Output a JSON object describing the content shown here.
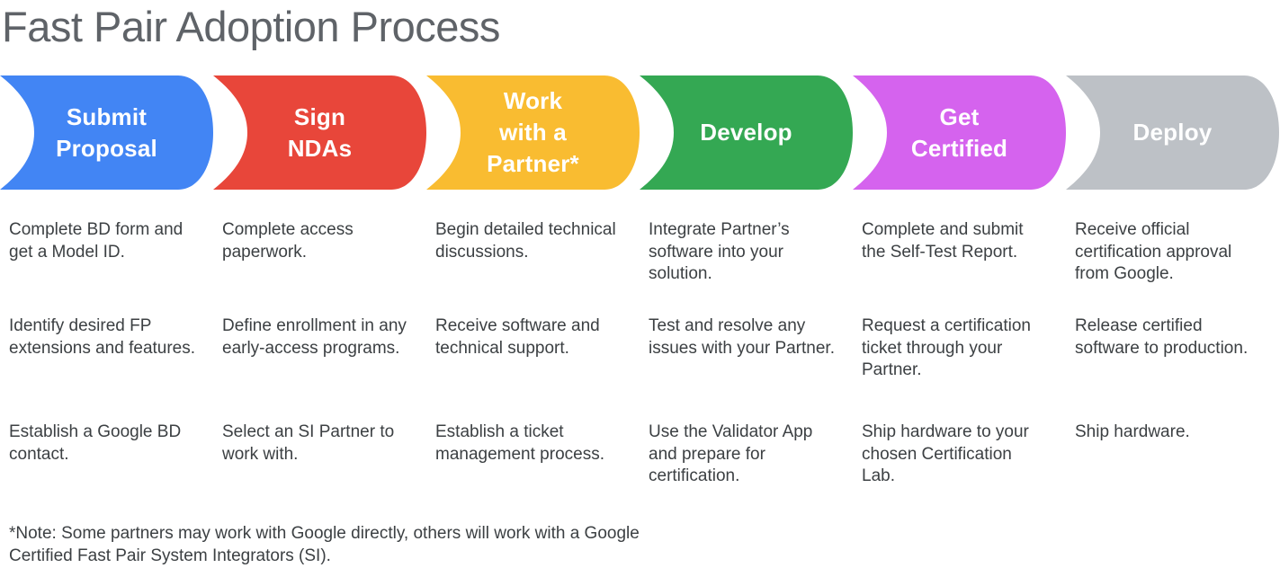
{
  "title": "Fast Pair Adoption Process",
  "footnote": "*Note: Some partners may work with Google directly, others will work with a Google Certified Fast Pair System Integrators (SI).",
  "steps": [
    {
      "label": "Submit\nProposal",
      "color": "#4285F4",
      "items": [
        "Complete BD form and get a Model ID.",
        "Identify desired FP extensions and features.",
        "Establish a Google BD contact."
      ]
    },
    {
      "label": "Sign\nNDAs",
      "color": "#E8463A",
      "items": [
        "Complete access paperwork.",
        "Define enrollment in any early-access programs.",
        "Select an SI Partner to work with."
      ]
    },
    {
      "label": "Work\nwith a\nPartner*",
      "color": "#F9BC31",
      "items": [
        "Begin detailed technical discussions.",
        "Receive software and technical support.",
        "Establish a ticket management process."
      ]
    },
    {
      "label": "Develop",
      "color": "#34A853",
      "items": [
        "Integrate Partner’s software into your solution.",
        "Test and resolve any issues with your Partner.",
        "Use the Validator App and prepare for certification."
      ]
    },
    {
      "label": "Get\nCertified",
      "color": "#D563EE",
      "items": [
        "Complete and submit the Self-Test Report.",
        "Request a certification ticket through your Partner.",
        "Ship hardware to your chosen Certification Lab."
      ]
    },
    {
      "label": "Deploy",
      "color": "#BDC1C6",
      "items": [
        "Receive official certification approval from Google.",
        "Release certified software to production.",
        "Ship hardware."
      ]
    }
  ]
}
